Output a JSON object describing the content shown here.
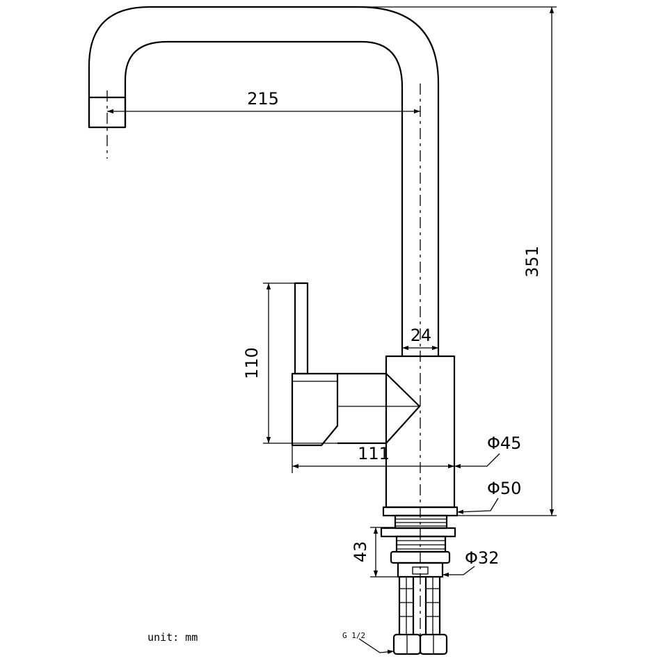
{
  "drawing": {
    "dimensions": {
      "spout_reach": "215",
      "total_height": "351",
      "spout_tube_diameter": "24",
      "lever_height": "110",
      "lever_reach": "111",
      "body_diameter": "Φ45",
      "base_diameter": "Φ50",
      "shank_length": "43",
      "shank_diameter": "Φ32"
    },
    "unit_note": "unit: mm",
    "thread_note": "G 1/2"
  }
}
